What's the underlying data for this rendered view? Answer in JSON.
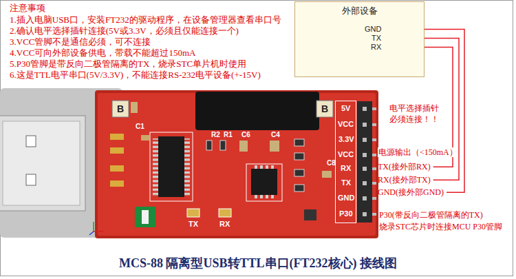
{
  "diagram": {
    "title": "MCS-88 隔离型USB转TTL串口(FT232核心) 接线图",
    "nodes": [
      {
        "text": [
          "外部设备",
          "GND",
          "TX",
          "RX"
        ]
      }
    ],
    "labels": [
      "注意事项",
      "1.插入电脑USB口，安装FT232的驱动程序，在设备管理器查看串口号",
      "2.确认电平选择插针连接(5V或3.3V，必须且仅能连接一个)",
      "3.VCC管脚不是通信必须，可不连接",
      "4.VCC可向外部设备供电，带载不能超过150mA",
      "5.P30管脚是带反向二极管隔离的TX，烧录STC单片机时使用",
      "6.这是TTL电平串口(5V/3.3V)，不能连接RS-232电平设备(+-15V)",
      "5V",
      "VCC",
      "3.3V",
      "VCC",
      "RX",
      "TX",
      "GND",
      "P30",
      "C1",
      "R2",
      "R1",
      "C6",
      "C4",
      "C8",
      "TX",
      "RX",
      "B",
      "B",
      "电平选择插针 必须连接！！",
      "电源输出（<150mA）",
      "TX(接外部RX)",
      "RX(接外部TX)",
      "GND(接外部GND)",
      "P30(带反向二极管隔离的TX)",
      "烧录STC芯片时连接MCU P30管脚"
    ]
  }
}
